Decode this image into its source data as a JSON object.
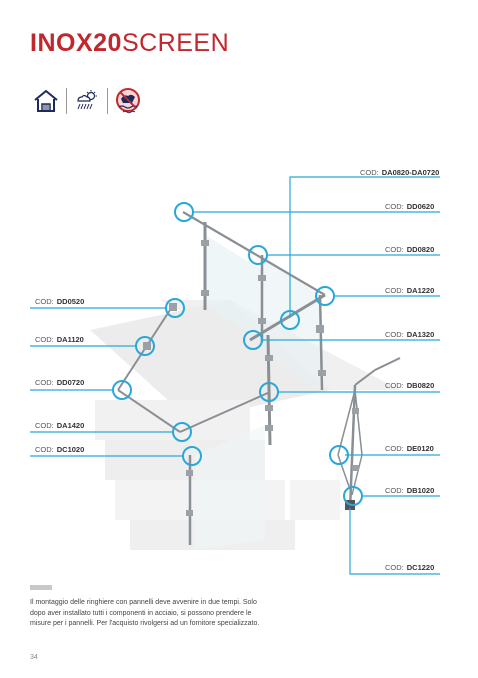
{
  "brand": {
    "bold_part": "INOX20",
    "regular_part": "SCREEN",
    "color": "#c1272d"
  },
  "icons": [
    {
      "name": "house-icon"
    },
    {
      "name": "rain-sun-icon"
    },
    {
      "name": "no-sea-icon"
    }
  ],
  "labels": {
    "da0820": {
      "prefix": "COD:",
      "code": "DA0820-DA0720"
    },
    "dd0620": {
      "prefix": "COD:",
      "code": "DD0620"
    },
    "dd0820": {
      "prefix": "COD:",
      "code": "DD0820"
    },
    "da1220": {
      "prefix": "COD:",
      "code": "DA1220"
    },
    "da1320": {
      "prefix": "COD:",
      "code": "DA1320"
    },
    "db0820": {
      "prefix": "COD:",
      "code": "DB0820"
    },
    "de0120": {
      "prefix": "COD:",
      "code": "DE0120"
    },
    "db1020": {
      "prefix": "COD:",
      "code": "DB1020"
    },
    "dc1220": {
      "prefix": "COD:",
      "code": "DC1220"
    },
    "dd0520": {
      "prefix": "COD:",
      "code": "DD0520"
    },
    "da1120": {
      "prefix": "COD:",
      "code": "DA1120"
    },
    "dd0720": {
      "prefix": "COD:",
      "code": "DD0720"
    },
    "da1420": {
      "prefix": "COD:",
      "code": "DA1420"
    },
    "dc1020": {
      "prefix": "COD:",
      "code": "DC1020"
    }
  },
  "note": "Il montaggio delle ringhiere con pannelli deve avvenire in due tempi. Solo dopo aver installato tutti i componenti in acciaio, si possono prendere le misure per i pannelli. Per l'acquisto rivolgersi ad un fornitore specializzato.",
  "page_number": "34",
  "colors": {
    "accent": "#29a8d8",
    "brand_red": "#c1272d"
  }
}
